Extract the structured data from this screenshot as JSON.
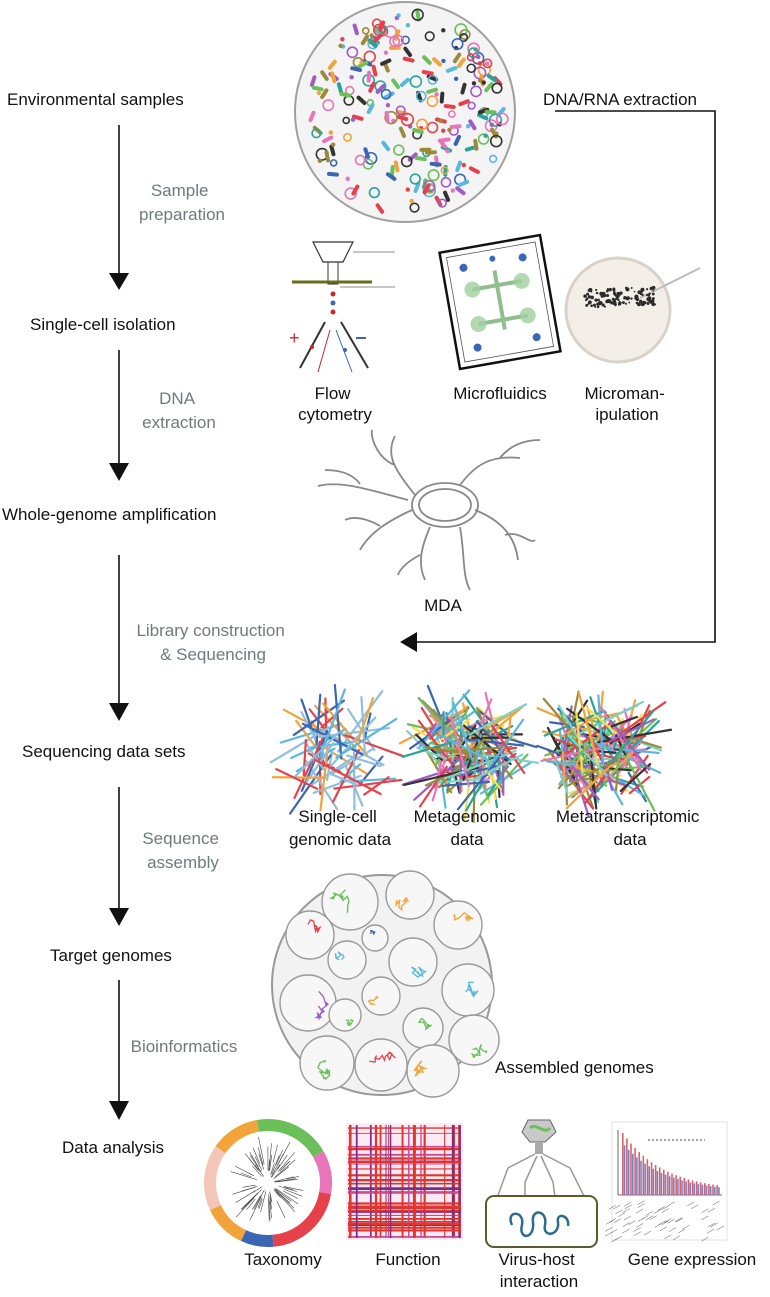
{
  "stages": [
    {
      "id": "env",
      "label": "Environmental samples"
    },
    {
      "id": "iso",
      "label": "Single-cell isolation"
    },
    {
      "id": "wga",
      "label": "Whole-genome amplification"
    },
    {
      "id": "seqdata",
      "label": "Sequencing data sets"
    },
    {
      "id": "target",
      "label": "Target genomes"
    },
    {
      "id": "analysis",
      "label": "Data analysis"
    }
  ],
  "steps": [
    {
      "id": "prep",
      "lines": [
        "Sample",
        "preparation"
      ]
    },
    {
      "id": "dnaext",
      "lines": [
        "DNA",
        "extraction"
      ]
    },
    {
      "id": "lib",
      "lines": [
        "Library construction",
        "& Sequencing"
      ]
    },
    {
      "id": "asm",
      "lines": [
        "Sequence",
        "assembly"
      ]
    },
    {
      "id": "bio",
      "lines": [
        "Bioinformatics"
      ]
    }
  ],
  "bypass_label": "DNA/RNA extraction",
  "isolation_methods": [
    {
      "id": "flow",
      "lines": [
        "Flow",
        "cytometry"
      ]
    },
    {
      "id": "micro",
      "lines": [
        "Microfluidics"
      ]
    },
    {
      "id": "manip",
      "lines": [
        "Microman-",
        "ipulation"
      ]
    }
  ],
  "wga_method": "MDA",
  "datasets": [
    {
      "id": "sc",
      "lines": [
        "Single-cell",
        "genomic data"
      ]
    },
    {
      "id": "meta",
      "lines": [
        "Metagenomic",
        "data"
      ]
    },
    {
      "id": "metat",
      "lines": [
        "Metatranscriptomic",
        "data"
      ]
    }
  ],
  "assembled_label": "Assembled genomes",
  "analyses": [
    {
      "id": "tax",
      "lines": [
        "Taxonomy"
      ]
    },
    {
      "id": "func",
      "lines": [
        "Function"
      ]
    },
    {
      "id": "virus",
      "lines": [
        "Virus-host",
        "interaction"
      ]
    },
    {
      "id": "expr",
      "lines": [
        "Gene expression"
      ]
    }
  ],
  "colors": {
    "arrow": "#111111",
    "step_text": "#6f7b7b",
    "circle_stroke": "#9a9a9a",
    "circle_fill": "#f1f1f1",
    "palette": [
      "#e6414b",
      "#f2a33a",
      "#59b7e0",
      "#3a66b3",
      "#6bbf59",
      "#a15bc4",
      "#e874b9",
      "#333333",
      "#9a8a3a",
      "#2aa39a"
    ]
  }
}
